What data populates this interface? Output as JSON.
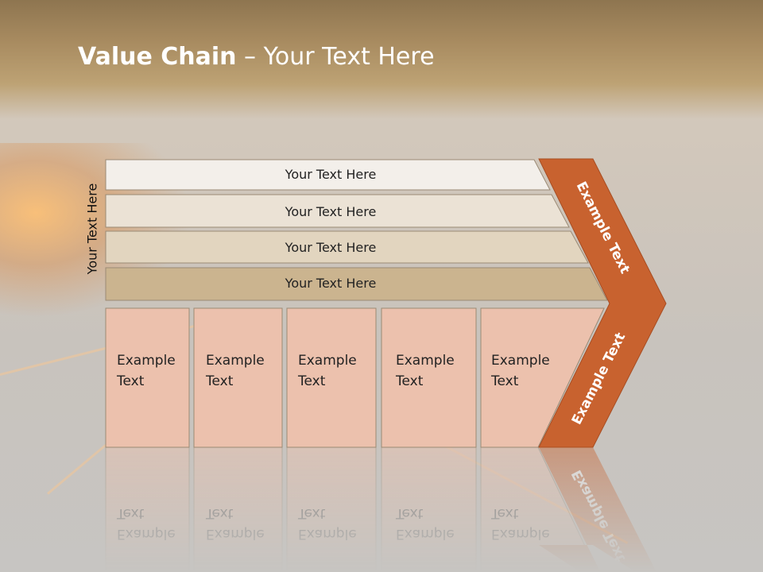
{
  "slide": {
    "title_bold": "Value Chain",
    "title_rest": " – Your Text Here",
    "side_label": "Your Text Here"
  },
  "rows": [
    {
      "label": "Your Text Here",
      "fill": "#f3efea"
    },
    {
      "label": "Your Text Here",
      "fill": "#ebe2d5"
    },
    {
      "label": "Your Text Here",
      "fill": "#e2d5bf"
    },
    {
      "label": "Your Text Here",
      "fill": "#cbb48f"
    }
  ],
  "boxes": [
    {
      "line1": "Example",
      "line2": "Text"
    },
    {
      "line1": "Example",
      "line2": "Text"
    },
    {
      "line1": "Example",
      "line2": "Text"
    },
    {
      "line1": "Example",
      "line2": "Text"
    },
    {
      "line1": "Example",
      "line2": "Text"
    }
  ],
  "chevron": {
    "upper_label": "Example Text",
    "lower_label": "Example Text",
    "fill": "#c8622f"
  },
  "colors": {
    "box_fill": "#ecc1ad",
    "row_stroke": "#9b8a74"
  }
}
